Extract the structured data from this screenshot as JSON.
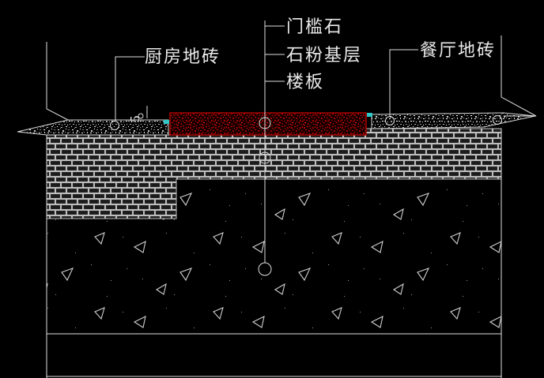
{
  "drawing": {
    "callouts": {
      "kitchen_tile": {
        "label": "厨房地砖"
      },
      "center_stack": [
        {
          "label": "门槛石"
        },
        {
          "label": "石粉基层"
        },
        {
          "label": "楼板"
        }
      ],
      "dining_tile": {
        "label": "餐厅地砖"
      }
    },
    "dimensions": {
      "step_height": "5"
    },
    "colors": {
      "background": "#000000",
      "line": "#dedede",
      "text": "#e9e9e9",
      "threshold_red_border": "#b40000",
      "threshold_red_bright": "#d40000",
      "joint_cyan": "#2fc7c7"
    }
  }
}
